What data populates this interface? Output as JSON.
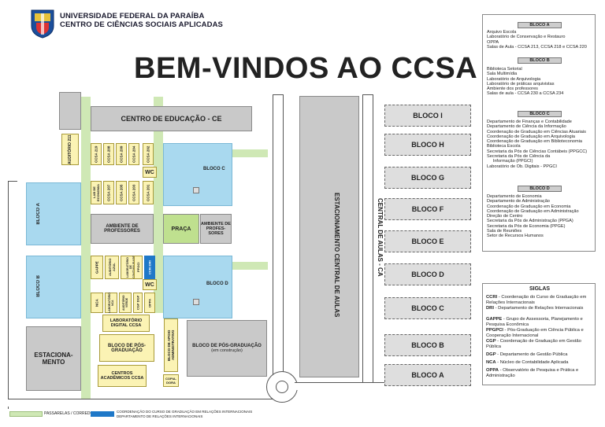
{
  "header": {
    "university": "UNIVERSIDADE FEDERAL DA PARAÍBA",
    "center": "CENTRO DE CIÊNCIAS SOCIAIS APLICADAS",
    "title": "BEM-VINDOS AO CCSA"
  },
  "map": {
    "ce": "CENTRO DE     EDUCAÇÃO - CE",
    "auditorio211": "AUDITÓRIO 211",
    "rooms_top": [
      "CCSA 219",
      "CCSA 208",
      "CCSA 209",
      "CCSA 204",
      "CCSA 202"
    ],
    "rooms_mid": [
      "LAB DE ECONOMIA",
      "CCSA 207",
      "CCSA 205",
      "CCSA 203",
      "CCSA 201"
    ],
    "wc": "WC",
    "bloco_c": "BLOCO C",
    "bloco_a": "BLOCO A",
    "bloco_b": "BLOCO B",
    "bloco_d": "BLOCO D",
    "ambiente_prof": "AMBIENTE DE PROFESSORES",
    "praca": "PRAÇA",
    "ambiente_prof2": "AMBIENTE DE PROFES-SORES",
    "gappe": "GAPPE",
    "auditorio_azul": "AUDITÓRIO AZUL",
    "laboratorio_contabilidade": "LABORATÓRIO DE CONTABILIDADE",
    "ppgci": "PPGCI",
    "ccri": "CCRI DRI",
    "nca": "NCA",
    "lab_nca": "LABORATÓRIO NCA",
    "auditorio_verde": "AUDITÓRIO VERDE",
    "cgp_dgp": "CGP DGP",
    "oppa": "OPPA",
    "lab_digital": "LABORATÓRIO DIGITAL CCSA",
    "bloco_pos": "BLOCO DE PÓS-GRADUAÇÃO",
    "centros_academicos": "CENTROS ACADÊMICOS CCSA",
    "bloco_apoio": "BLOCO DE APOIO ADMINISTRATIVO",
    "copiadora": "COPIA-DORA",
    "bloco_pos_constr": "BLOCO DE PÓS-GRADUAÇÃO",
    "em_construcao": "(em construção)",
    "estacionamento": "ESTACIONA-MENTO",
    "estacionamento_central": "ESTACIONAMENTO CENTRAL DE AULAS",
    "central_aulas": "CENTRAL DE AULAS - CA",
    "right_blocks": [
      "BLOCO I",
      "BLOCO H",
      "BLOCO G",
      "BLOCO F",
      "BLOCO E",
      "BLOCO D",
      "BLOCO C",
      "BLOCO B",
      "BLOCO A"
    ]
  },
  "legend": {
    "passarelas": "PASSARELAS / CORREDORES",
    "coord_line1": "COORDENAÇÃO DO CURSO DE GRADUAÇÃO EM RELAÇÕES INTERNACIONAIS",
    "coord_line2": "DEPARTAMENTO DE RELAÇÕES INTERNACIONAIS",
    "green": "#cfe8b5",
    "blue": "#1f78c8"
  },
  "panel": {
    "bloco_a": {
      "title": "BLOCO A",
      "text": "Arquivo Escola\nLaboratório de Conservação e Restauro\nOPPA\nSalas de Aula - CCSA 213, CCSA 218 e CCSA 220"
    },
    "bloco_b": {
      "title": "BLOCO B",
      "text": "Biblioteca Setorial\nSala Multimídia\nLaboratório de Arquivologia\nLaboratório de práticas arquivistas\nAmbiente dos professores\nSalas de aula - CCSA 230 a CCSA 234"
    },
    "bloco_c": {
      "title": "BLOCO C",
      "text": "Departamento de Finanças e Contabilidade\nDepartamento de Ciência da Informação\nCoordenação de Graduação em Ciências Atuariais\nCoordenação de Graduação em Arquivologia\nCoordenação de Graduação em Biblioteconomia\nBiblioteca Escola\nSecretaria da Pós de Ciências Contábeis (PPGCC)\nSecretaria da Pós de Ciência da\n     Informação (PPGCI)\nLaboratório de Ob. Digitais - PPGCI"
    },
    "bloco_d": {
      "title": "BLOCO D",
      "text": "Departamento de Economia\nDepartamento de Administração\nCoordenação de Graduação em Economia\nCoordenação de Graduação em Administração\nDireção de Centro\nSecretaria da Pós de Administração (PPGA)\nSecretaria da Pós de Economia (PPGE)\nSala de Reuniões\nSetor de Recursos Humanos"
    },
    "siglas_title": "SIGLAS",
    "siglas": [
      {
        "k": "CCRI",
        "v": "Coordenação do Curso de Graduação em Relações Internacionais"
      },
      {
        "k": "DRI",
        "v": "Departamento de Relações Internacionais"
      },
      {
        "k": "GAPPE",
        "v": "Grupo de Assessoria, Planejamento e Pesquisa Econômica"
      },
      {
        "k": "PPGPCI",
        "v": "Pós-Graduação em Ciência Pública e Cooperação Internacional"
      },
      {
        "k": "CGP",
        "v": "Coordenação de Graduação em Gestão Pública"
      },
      {
        "k": "DGP",
        "v": "Departamento de Gestão Pública"
      },
      {
        "k": "NCA",
        "v": "Núcleo de Contabilidade Aplicada"
      },
      {
        "k": "OPPA",
        "v": "Observatório de Pesquisa e Prática e Administração"
      }
    ]
  }
}
